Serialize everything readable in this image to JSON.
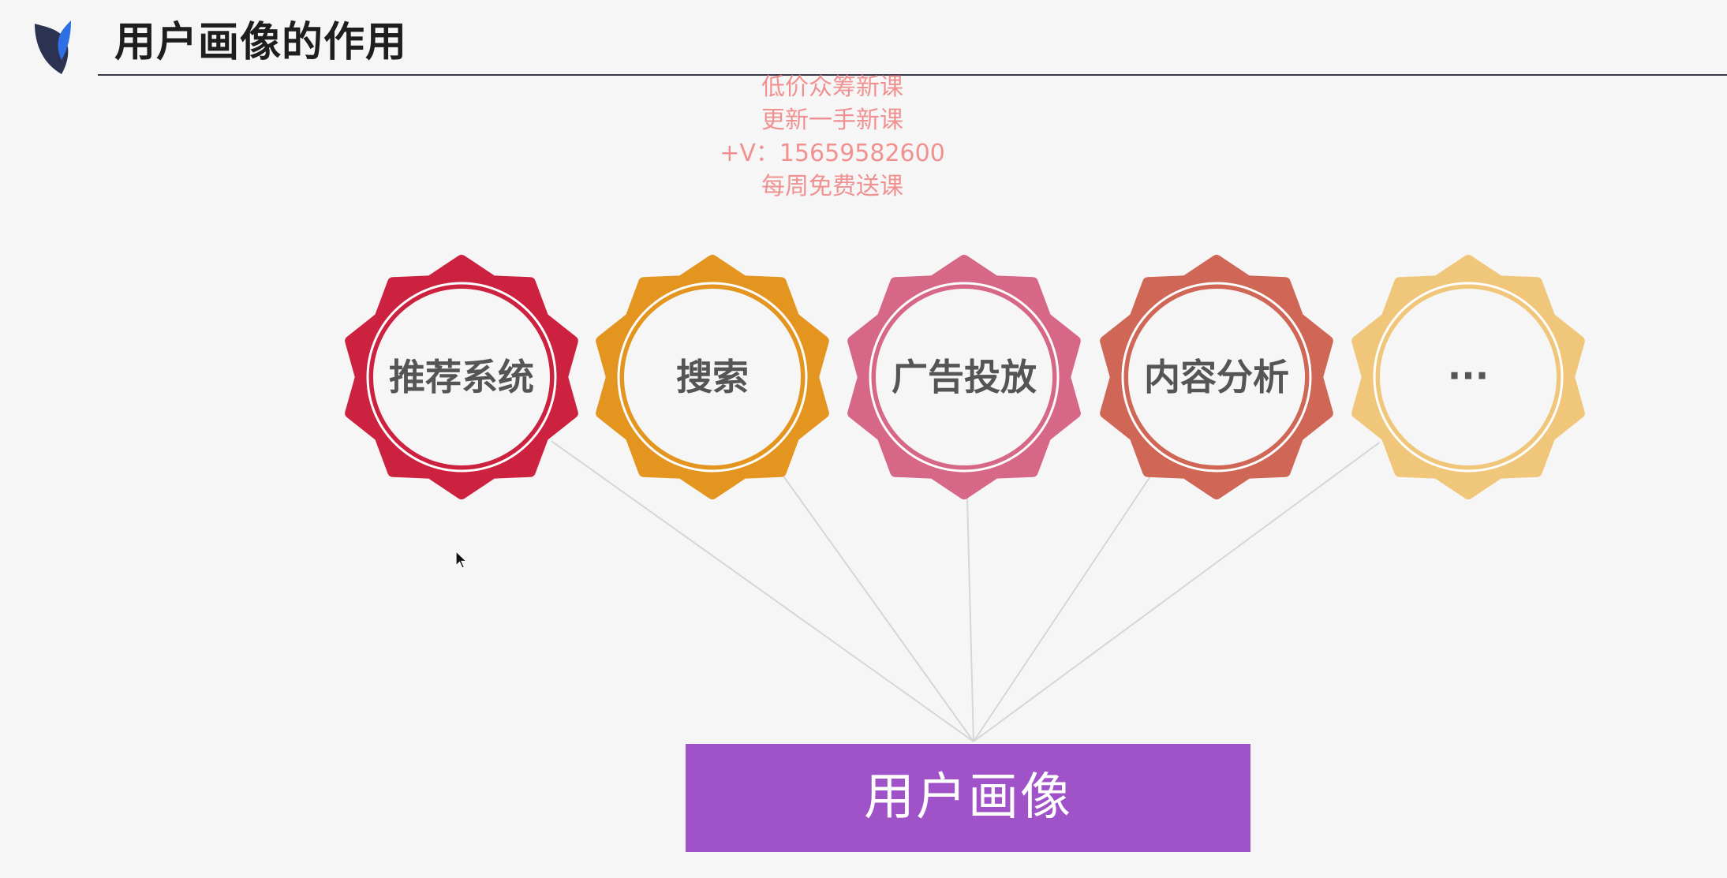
{
  "slide": {
    "title": "用户画像的作用"
  },
  "watermark": {
    "lines": [
      "低价众筹新课",
      "更新一手新课",
      "+V：15659582600",
      "每周免费送课"
    ]
  },
  "diagram": {
    "root": {
      "label": "用户画像",
      "color": "#a052c9"
    },
    "nodes": [
      {
        "label": "推荐系统",
        "color": "#cc2240"
      },
      {
        "label": "搜索",
        "color": "#e3951f"
      },
      {
        "label": "广告投放",
        "color": "#d76787"
      },
      {
        "label": "内容分析",
        "color": "#cf6656"
      },
      {
        "label": "···",
        "color": "#f0c77a"
      }
    ],
    "connector_color": "#d6d6d6"
  },
  "colors": {
    "background": "#f6f6f6",
    "logo_dark": "#2c3352",
    "logo_blue": "#2f6fe6"
  }
}
